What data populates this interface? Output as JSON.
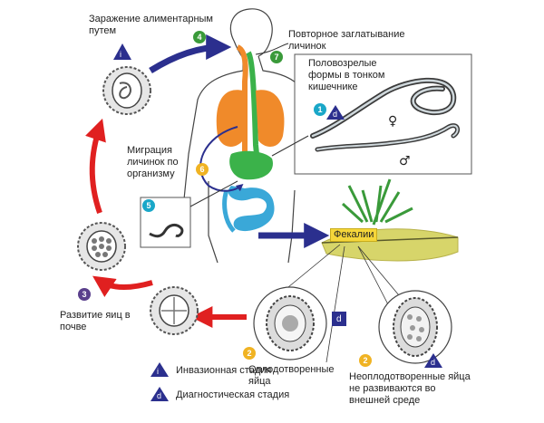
{
  "colors": {
    "green": "#3a9a3a",
    "orange": "#f0b323",
    "purple": "#5a3f8c",
    "teal": "#1aa7c8",
    "navy": "#2b2f8e",
    "red": "#e02020",
    "organ_orange": "#f08a2a",
    "organ_green": "#3bb24a",
    "organ_blue": "#3aa8d8",
    "soil": "#d7d56a"
  },
  "labels": {
    "infection": "Заражение алиментарным путем",
    "reswallow": "Повторное заглатывание личинок",
    "adults": "Половозрелые формы в тонком кишечнике",
    "migration": "Миграция личинок по организму",
    "feces": "Фекалии",
    "development": "Развитие яиц в почве",
    "fertilized": "Оплодотворенные яйца",
    "unfertilized": "Неоплодотворенные яйца не развиваются во внешней среде",
    "legend_infective": "Инвазионная стадия",
    "legend_diagnostic": "Диагностическая стадия"
  },
  "badges": {
    "b1": "1",
    "b2a": "2",
    "b2b": "2",
    "b3": "3",
    "b4": "4",
    "b5": "5",
    "b6": "6",
    "b7": "7",
    "i": "i",
    "d": "d"
  },
  "symbols": {
    "female": "♀",
    "male": "♂"
  }
}
